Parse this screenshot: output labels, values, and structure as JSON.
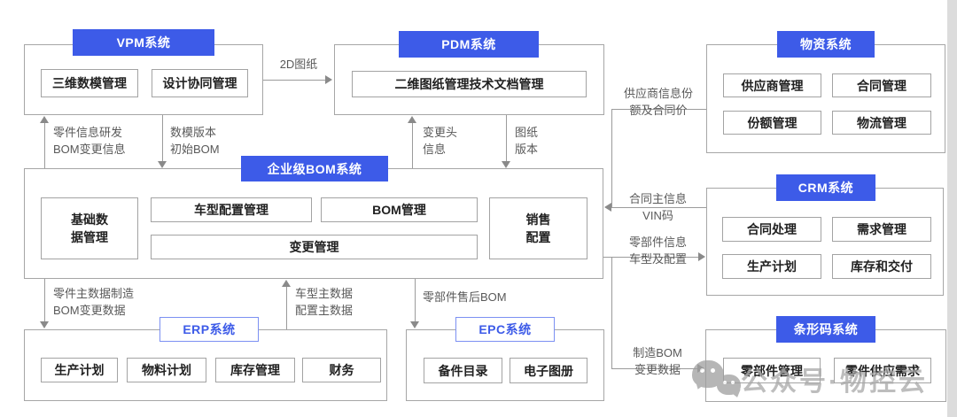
{
  "systems": [
    {
      "id": "vpm",
      "title": "VPM系统",
      "modules": [
        "三维数模管理",
        "设计协同管理"
      ]
    },
    {
      "id": "pdm",
      "title": "PDM系统",
      "modules": [
        "二维图纸管理技术文档管理"
      ]
    },
    {
      "id": "material",
      "title": "物资系统",
      "modules": [
        "供应商管理",
        "合同管理",
        "份额管理",
        "物流管理"
      ]
    },
    {
      "id": "bom",
      "title": "企业级BOM系统",
      "modules": [
        "基础数据管理",
        "车型配置管理",
        "BOM管理",
        "变更管理",
        "销售配置"
      ]
    },
    {
      "id": "crm",
      "title": "CRM系统",
      "modules": [
        "合同处理",
        "需求管理",
        "生产计划",
        "库存和交付"
      ]
    },
    {
      "id": "erp",
      "title": "ERP系统",
      "modules": [
        "生产计划",
        "物料计划",
        "库存管理",
        "财务"
      ]
    },
    {
      "id": "epc",
      "title": "EPC系统",
      "modules": [
        "备件目录",
        "电子图册"
      ]
    },
    {
      "id": "barcode",
      "title": "条形码系统",
      "modules": [
        "零部件管理",
        "零件供应需求"
      ]
    }
  ],
  "connections": {
    "vpm_to_pdm": "2D图纸",
    "bom_to_vpm": [
      "零件信息研发",
      "BOM变更信息"
    ],
    "vpm_to_bom": [
      "数模版本",
      "初始BOM"
    ],
    "bom_to_pdm": [
      "变更头",
      "信息"
    ],
    "pdm_to_bom": [
      "图纸",
      "版本"
    ],
    "material_to_bom": [
      "供应商信息份",
      "额及合同价"
    ],
    "crm_to_bom": [
      "合同主信息",
      "VIN码"
    ],
    "bom_to_crm": [
      "零部件信息",
      "车型及配置"
    ],
    "bom_to_barcode": [
      "制造BOM",
      "变更数据"
    ],
    "bom_to_erp": [
      "零件主数据制造",
      "BOM变更数据"
    ],
    "erp_to_bom": [
      "车型主数据",
      "配置主数据"
    ],
    "bom_to_epc": "零部件售后BOM"
  },
  "watermark": {
    "text": "公众号·物控云",
    "icon": "wechat"
  },
  "colors": {
    "accent": "#3d5be8",
    "line": "#9b9b9b",
    "label": "#595959"
  }
}
